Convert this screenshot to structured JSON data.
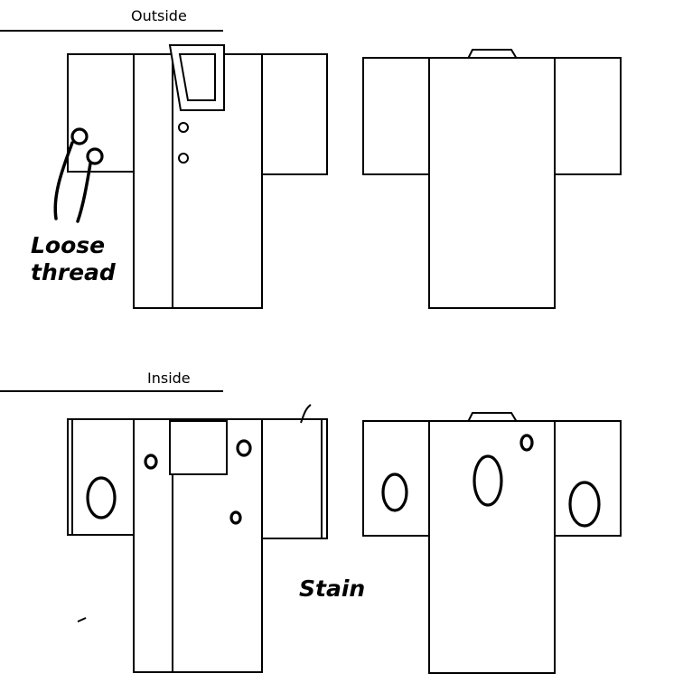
{
  "sections": {
    "outside": {
      "label": "Outside"
    },
    "inside": {
      "label": "Inside"
    }
  },
  "annotations": {
    "loose_thread_line1": "Loose",
    "loose_thread_line2": "thread",
    "stain": "Stain"
  }
}
